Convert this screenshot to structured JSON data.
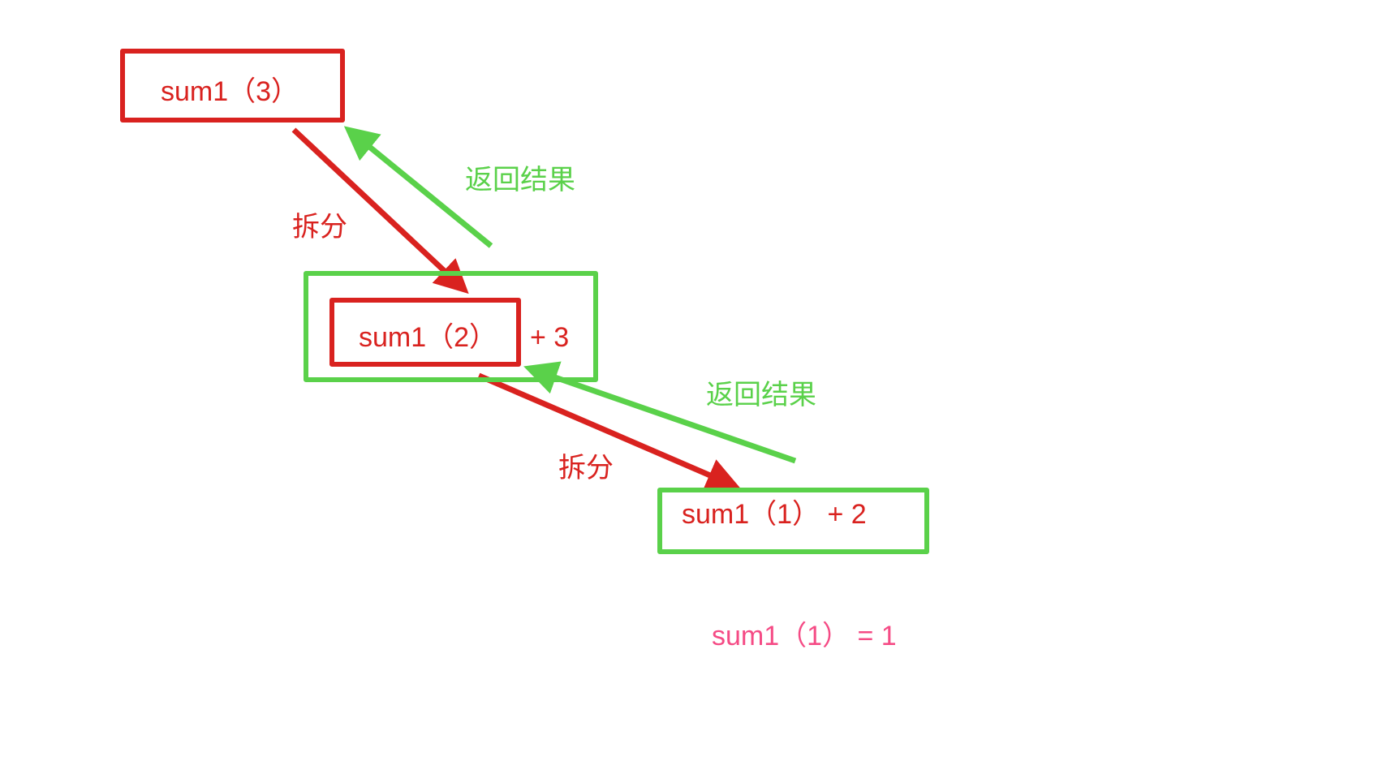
{
  "colors": {
    "split": "#d9221f",
    "return": "#5ad14a",
    "base_case": "#f54b85",
    "background": "#ffffff"
  },
  "nodes": {
    "top": {
      "label": "sum1（3）"
    },
    "middle": {
      "inner_label": "sum1（2）",
      "suffix": "+ 3"
    },
    "bottom": {
      "label": "sum1（1）  + 2"
    }
  },
  "edges": {
    "split_1": {
      "label": "拆分",
      "from": "top",
      "to": "middle",
      "color": "red"
    },
    "return_1": {
      "label": "返回结果",
      "from": "middle",
      "to": "top",
      "color": "green"
    },
    "split_2": {
      "label": "拆分",
      "from": "middle",
      "to": "bottom",
      "color": "red"
    },
    "return_2": {
      "label": "返回结果",
      "from": "bottom",
      "to": "middle",
      "color": "green"
    }
  },
  "base_case": {
    "label": "sum1（1）  = 1"
  }
}
